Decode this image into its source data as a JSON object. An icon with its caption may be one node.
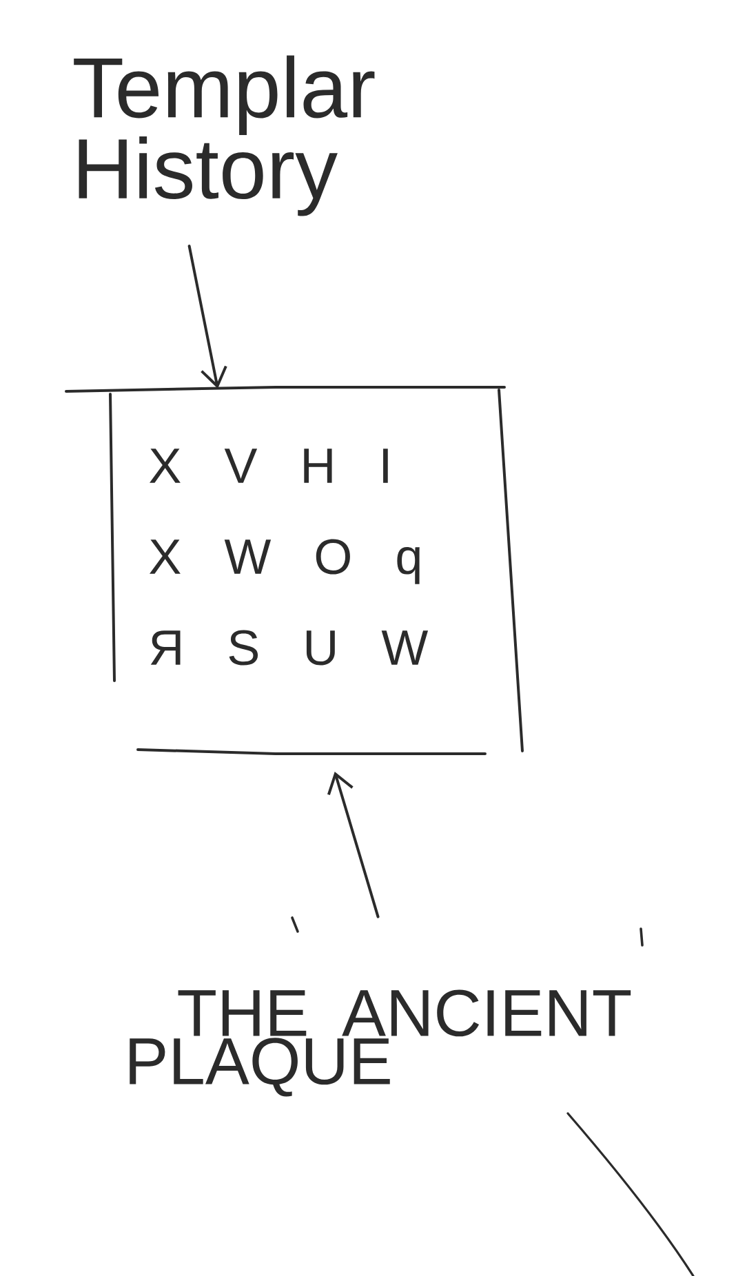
{
  "diagram": {
    "nodes": [
      {
        "text": [
          "Templar History"
        ]
      },
      {
        "text": [
          "X V H I",
          "X W O q",
          "Я S U W"
        ]
      },
      {
        "text": [
          "THE ANCIENT PLAQUE"
        ]
      }
    ],
    "edges": [
      {
        "from": 0,
        "to": 1,
        "arrow": "to"
      },
      {
        "from": 2,
        "to": 1,
        "arrow": "to"
      }
    ]
  }
}
